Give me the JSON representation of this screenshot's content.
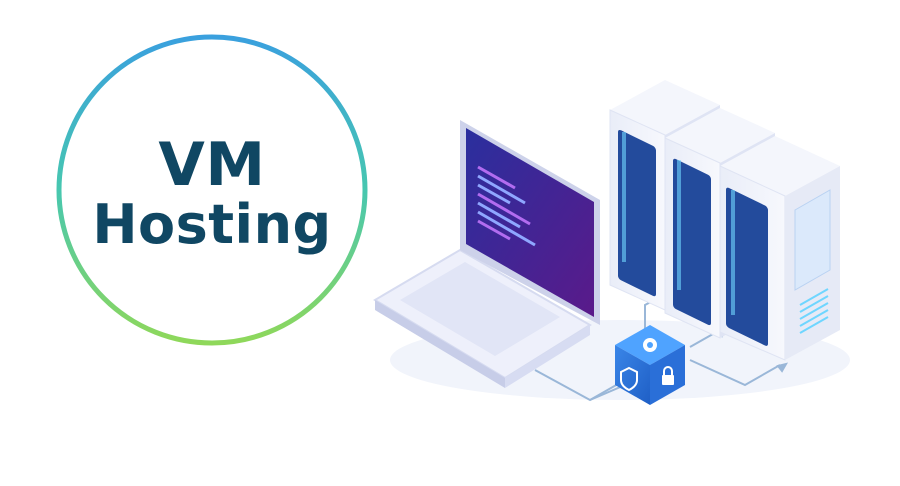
{
  "badge": {
    "line1": "VM",
    "line2": "Hosting",
    "ring_colors": [
      "#3aa0de",
      "#47c7b0",
      "#8fd85a"
    ],
    "text_color": "#104763"
  },
  "illustration": {
    "items": [
      "laptop",
      "server-rack",
      "server-rack",
      "server-rack",
      "settings-cube"
    ],
    "cube_icons": [
      "gear-icon",
      "shield-icon",
      "lock-icon"
    ],
    "colors": {
      "screen": "#3b1f8c",
      "server_light": "#6fd6ff",
      "arrow": "#9ab7d8"
    }
  }
}
